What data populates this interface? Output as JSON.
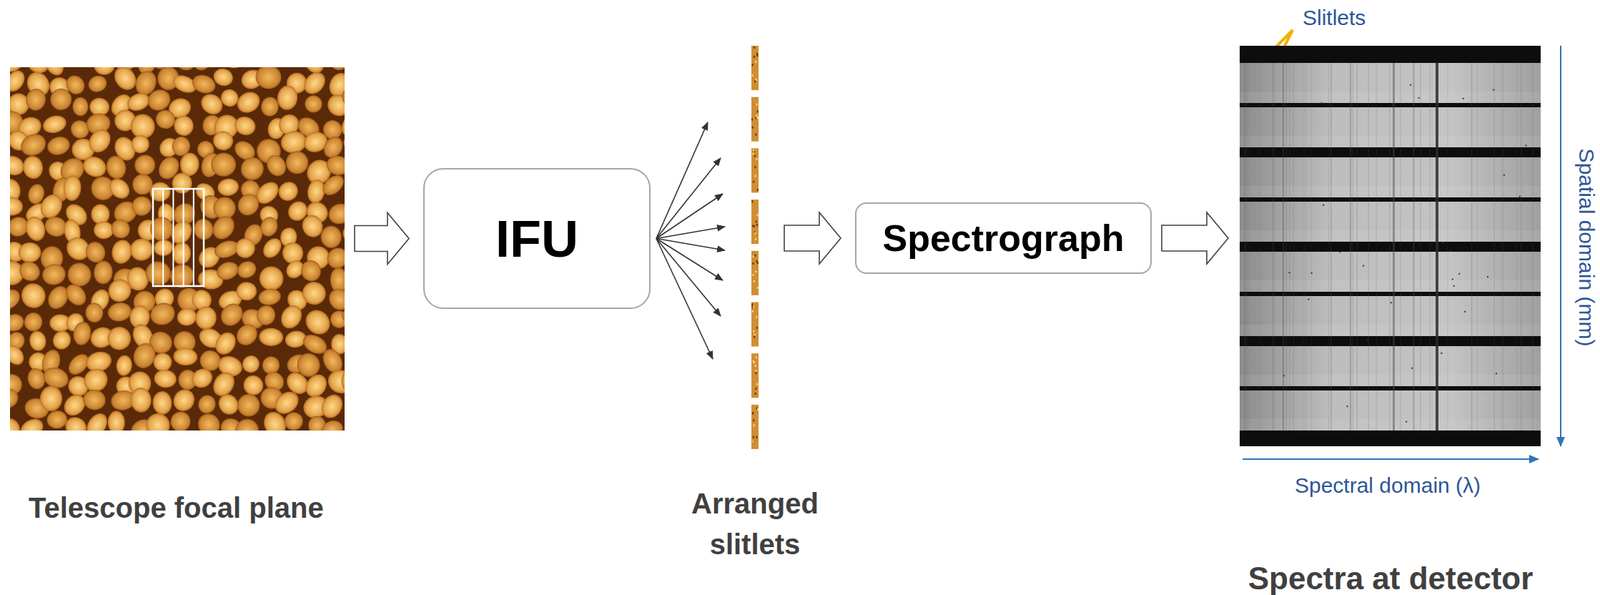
{
  "diagram": {
    "nodes": [
      {
        "text": [
          "Telescope focal plane"
        ]
      },
      {
        "text": [
          "IFU"
        ]
      },
      {
        "text": [
          "Arranged slitlets"
        ]
      },
      {
        "text": [
          "Spectrograph"
        ]
      },
      {
        "text": [
          "Spectra at detector"
        ]
      }
    ],
    "edges": [
      {
        "from": 0,
        "to": 1,
        "arrow": "to"
      },
      {
        "from": 1,
        "to": 2,
        "arrow": "to"
      },
      {
        "from": 2,
        "to": 3,
        "arrow": "to"
      },
      {
        "from": 3,
        "to": 4,
        "arrow": "to"
      }
    ],
    "labels": [
      "Slitlets",
      "Spatial domain (mm)",
      "Spectral domain (λ)"
    ]
  }
}
